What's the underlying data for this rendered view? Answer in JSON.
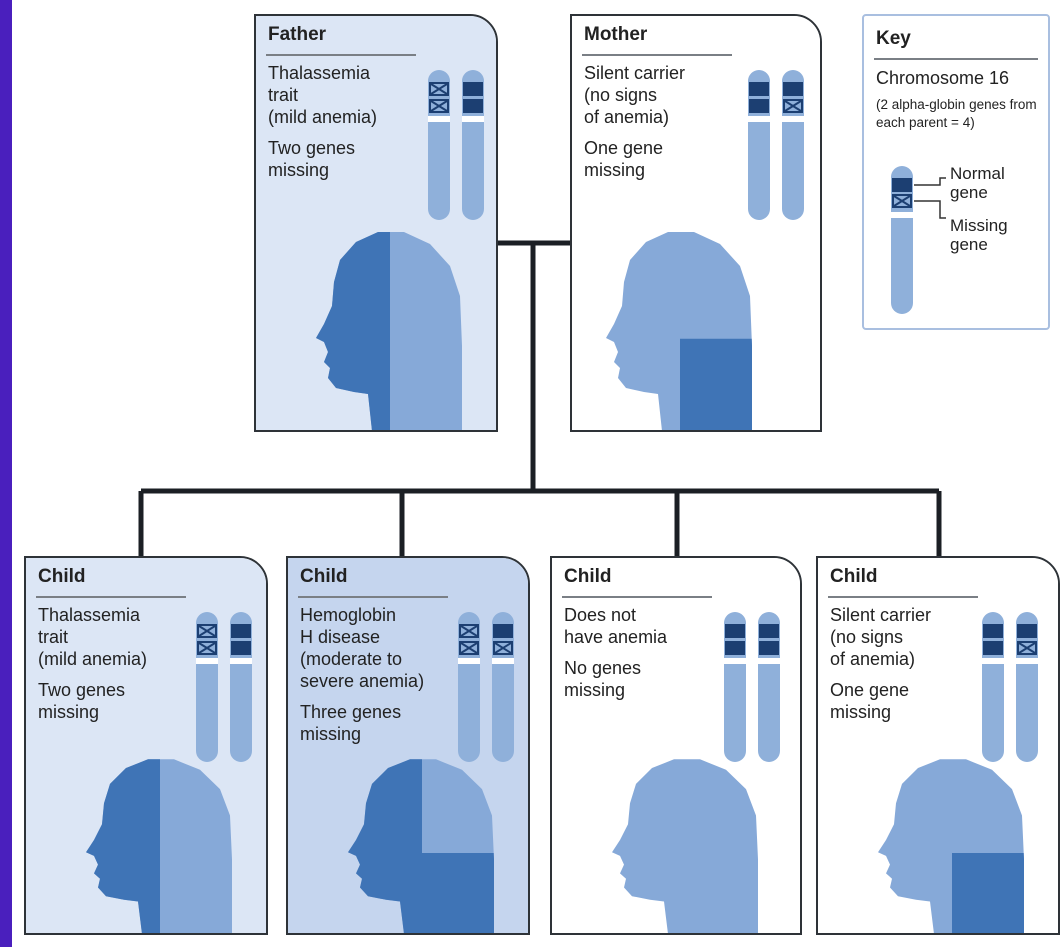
{
  "colors": {
    "background": "#4a1fbd",
    "panel_light": "#dce6f5",
    "panel_mid": "#c5d5ee",
    "panel_white": "#ffffff",
    "chromosome": "#8fb0da",
    "gene_normal": "#1c3f72",
    "silhouette_dark": "#3f74b6",
    "silhouette_light": "#86a9d8",
    "connector": "#1b1f24"
  },
  "key": {
    "title": "Key",
    "chromosome_label": "Chromosome 16",
    "chromosome_note": "(2 alpha-globin genes from each parent = 4)",
    "normal_label": "Normal\ngene",
    "missing_label": "Missing\ngene"
  },
  "parents": [
    {
      "role": "Father",
      "lines": [
        "Thalassemia\ntrait\n(mild anemia)",
        "Two genes\nmissing"
      ],
      "genes": [
        "missing",
        "missing",
        "normal",
        "normal"
      ],
      "silhouette": "split-vertical",
      "background": "light"
    },
    {
      "role": "Mother",
      "lines": [
        "Silent carrier\n(no signs\nof anemia)",
        "One gene\nmissing"
      ],
      "genes": [
        "normal",
        "normal",
        "normal",
        "missing"
      ],
      "silhouette": "quarter-dark",
      "background": "white"
    }
  ],
  "children": [
    {
      "role": "Child",
      "lines": [
        "Thalassemia\ntrait\n(mild anemia)",
        "Two genes\nmissing"
      ],
      "genes": [
        "missing",
        "missing",
        "normal",
        "normal"
      ],
      "silhouette": "split-vertical",
      "background": "light"
    },
    {
      "role": "Child",
      "lines": [
        "Hemoglobin\nH disease\n(moderate to\nsevere anemia)",
        "Three genes\nmissing"
      ],
      "genes": [
        "missing",
        "missing",
        "normal",
        "missing"
      ],
      "silhouette": "three-quarter-dark",
      "background": "mid"
    },
    {
      "role": "Child",
      "lines": [
        "Does not\nhave anemia",
        "No genes\nmissing"
      ],
      "genes": [
        "normal",
        "normal",
        "normal",
        "normal"
      ],
      "silhouette": "all-light",
      "background": "white"
    },
    {
      "role": "Child",
      "lines": [
        "Silent carrier\n(no signs\nof anemia)",
        "One gene\nmissing"
      ],
      "genes": [
        "normal",
        "normal",
        "normal",
        "missing"
      ],
      "silhouette": "quarter-dark",
      "background": "white"
    }
  ]
}
